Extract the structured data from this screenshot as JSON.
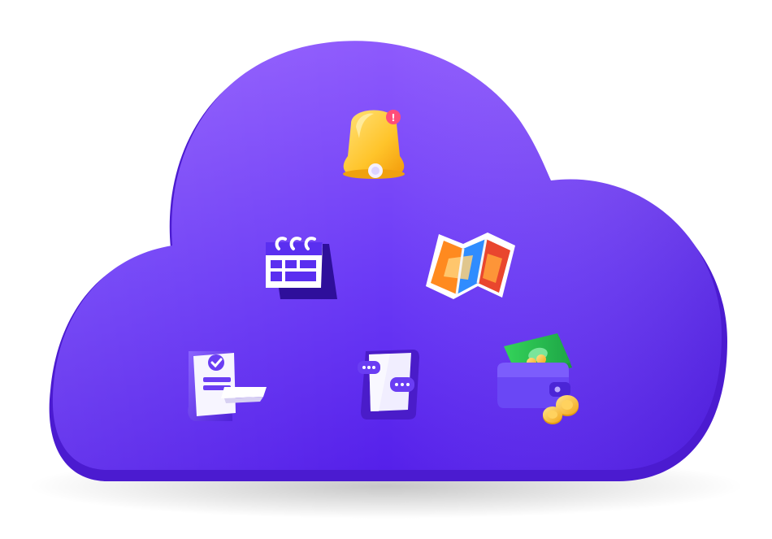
{
  "scene": {
    "background": "#ffffff",
    "cloud_colors": {
      "top": "#8a55fb",
      "mid": "#6a39f5",
      "bottom": "#5a24ec",
      "rim": "#4d1ccf"
    }
  },
  "icons": [
    {
      "id": "bell",
      "name": "notification-bell-icon",
      "badge_text": "!"
    },
    {
      "id": "calendar",
      "name": "calendar-icon"
    },
    {
      "id": "map",
      "name": "folded-map-icon"
    },
    {
      "id": "checklist",
      "name": "checklist-document-icon"
    },
    {
      "id": "chat",
      "name": "phone-chat-icon"
    },
    {
      "id": "wallet",
      "name": "wallet-money-icon"
    }
  ]
}
